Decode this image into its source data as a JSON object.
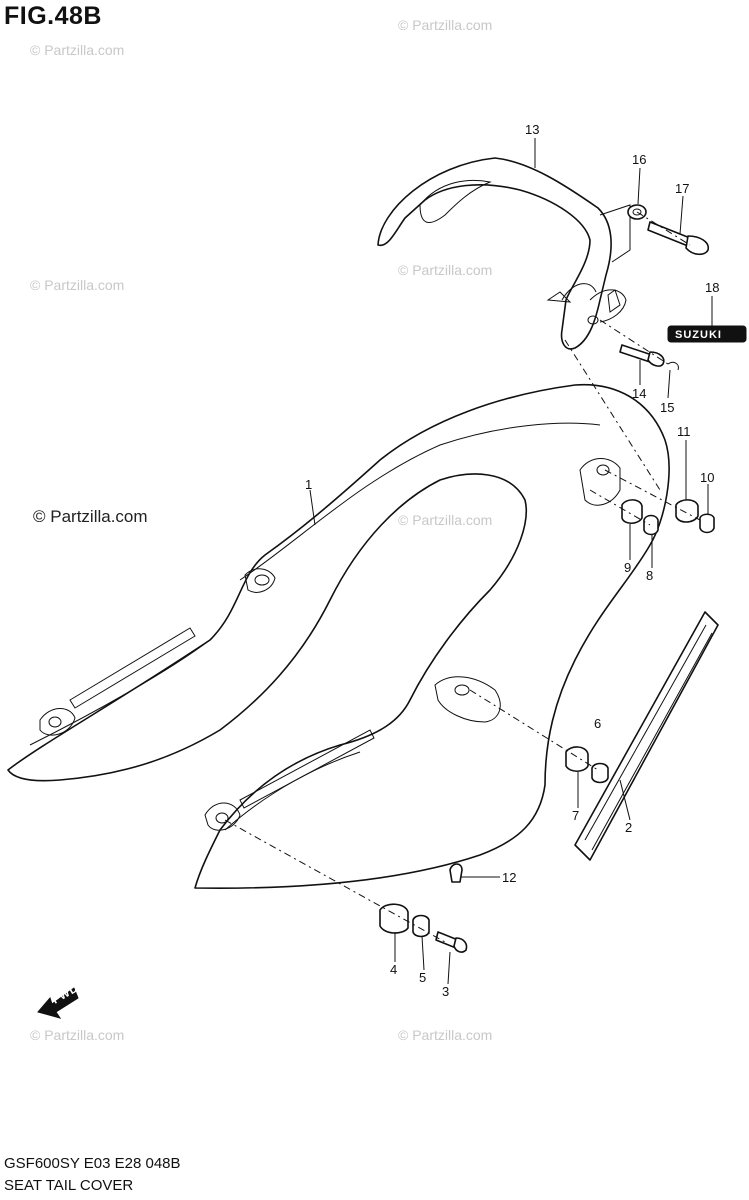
{
  "figure": {
    "title": "FIG.48B",
    "code": "GSF600SY E03 E28  048B",
    "name": "SEAT TAIL COVER"
  },
  "watermarks": {
    "light": "© Partzilla.com",
    "dark": "© Partzilla.com"
  },
  "badges": {
    "suzuki": "SUZUKI",
    "fwd": "FWD"
  },
  "callouts": [
    "1",
    "2",
    "3",
    "4",
    "5",
    "6",
    "7",
    "8",
    "9",
    "10",
    "11",
    "12",
    "13",
    "14",
    "15",
    "16",
    "17",
    "18"
  ]
}
